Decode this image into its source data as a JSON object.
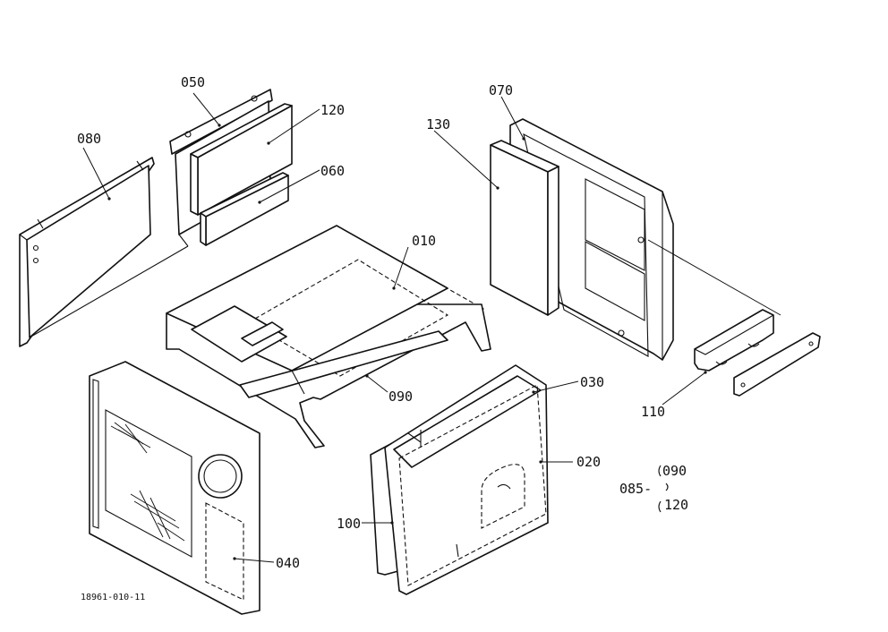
{
  "part_labels": {
    "p010": "010",
    "p020": "020",
    "p030": "030",
    "p040": "040",
    "p050": "050",
    "p060": "060",
    "p070": "070",
    "p080": "080",
    "p090": "090",
    "p100": "100",
    "p110": "110",
    "p120": "120",
    "p130": "130"
  },
  "kit_note": {
    "main": "085-",
    "item_a": "090",
    "item_b": "120"
  },
  "drawing_number": "18961-010-11"
}
